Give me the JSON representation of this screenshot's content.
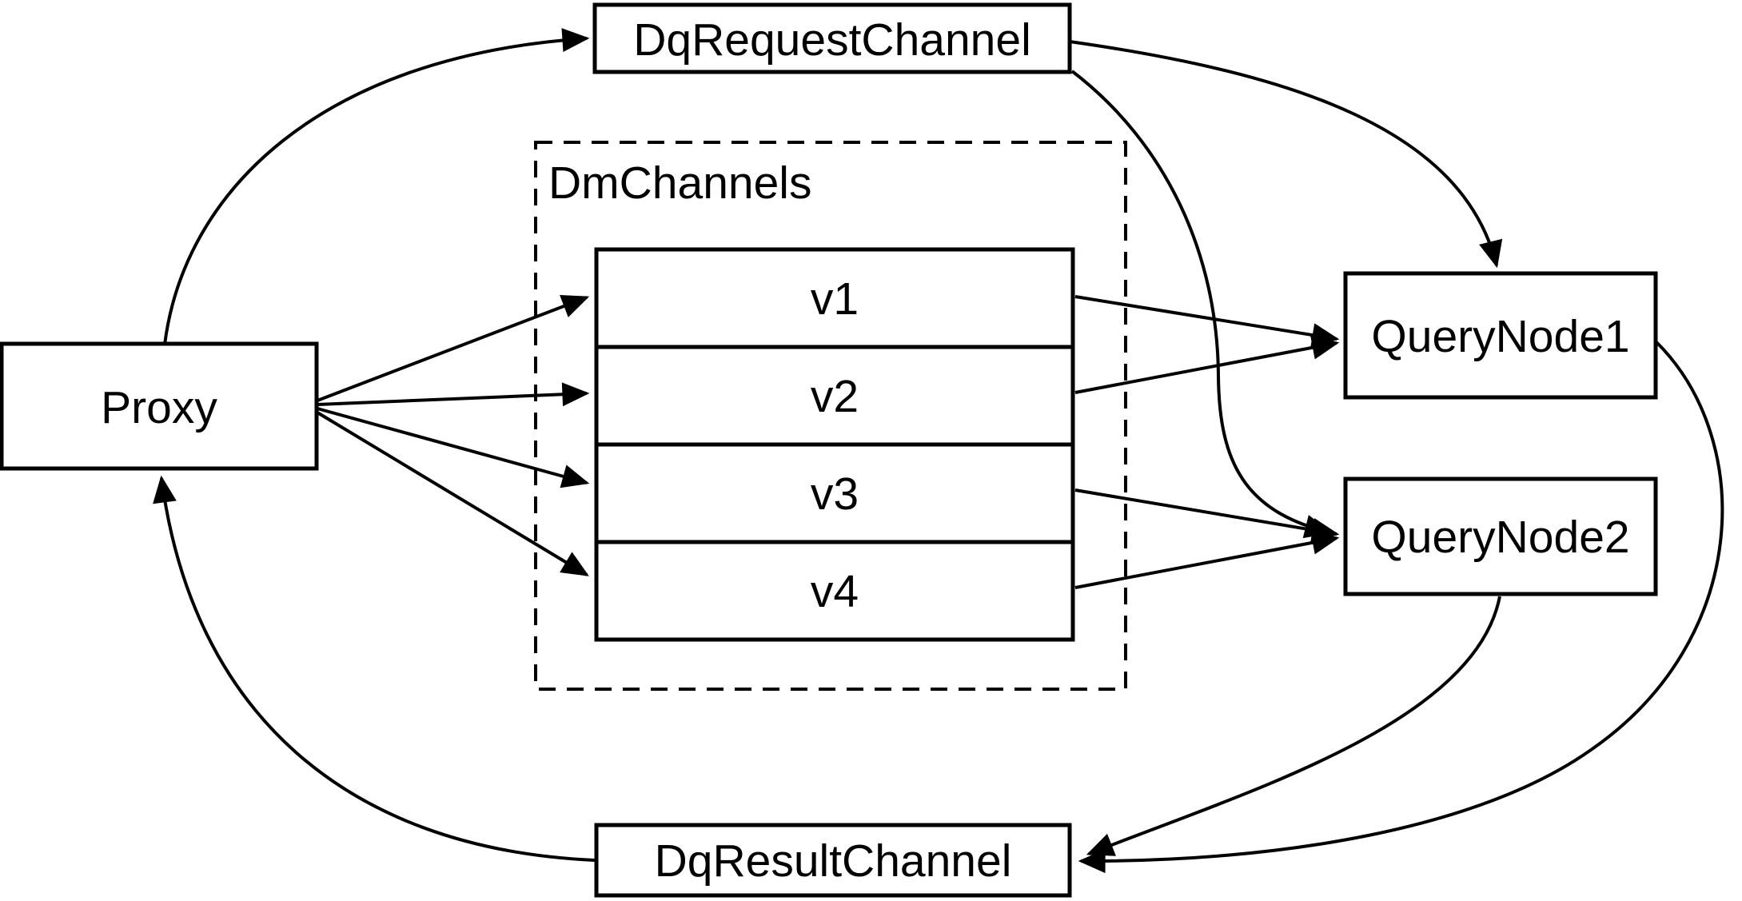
{
  "diagram": {
    "background_color": "#ffffff",
    "stroke_color": "#000000",
    "nodes": {
      "proxy": {
        "label": "Proxy"
      },
      "dq_request_channel": {
        "label": "DqRequestChannel"
      },
      "dm_channels": {
        "label": "DmChannels",
        "rows": [
          {
            "label": "v1"
          },
          {
            "label": "v2"
          },
          {
            "label": "v3"
          },
          {
            "label": "v4"
          }
        ]
      },
      "query_node_1": {
        "label": "QueryNode1"
      },
      "query_node_2": {
        "label": "QueryNode2"
      },
      "dq_result_channel": {
        "label": "DqResultChannel"
      }
    },
    "edges": [
      {
        "from": "Proxy",
        "to": "DqRequestChannel"
      },
      {
        "from": "Proxy",
        "to": "v1"
      },
      {
        "from": "Proxy",
        "to": "v2"
      },
      {
        "from": "Proxy",
        "to": "v3"
      },
      {
        "from": "Proxy",
        "to": "v4"
      },
      {
        "from": "DqRequestChannel",
        "to": "QueryNode1"
      },
      {
        "from": "DqRequestChannel",
        "to": "QueryNode2"
      },
      {
        "from": "v1",
        "to": "QueryNode1"
      },
      {
        "from": "v2",
        "to": "QueryNode1"
      },
      {
        "from": "v3",
        "to": "QueryNode2"
      },
      {
        "from": "v4",
        "to": "QueryNode2"
      },
      {
        "from": "QueryNode1",
        "to": "DqResultChannel"
      },
      {
        "from": "QueryNode2",
        "to": "DqResultChannel"
      },
      {
        "from": "DqResultChannel",
        "to": "Proxy"
      }
    ]
  }
}
